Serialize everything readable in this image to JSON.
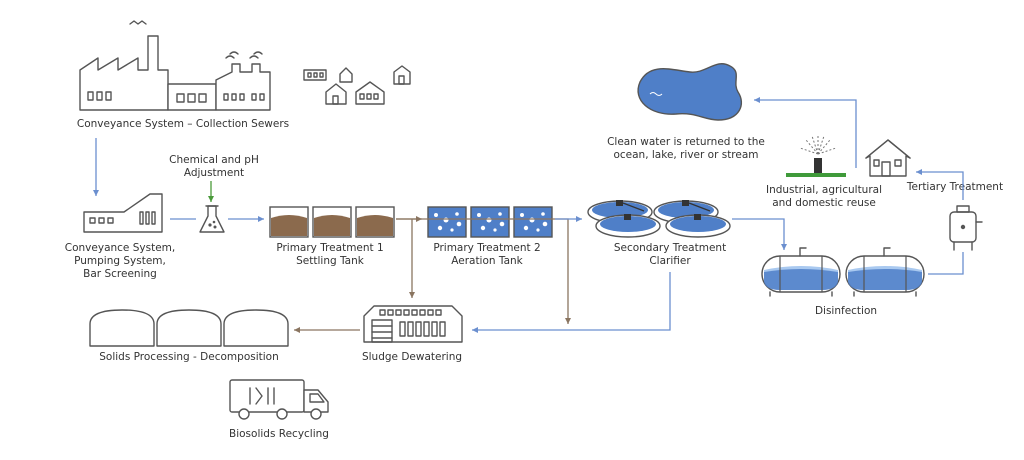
{
  "colors": {
    "water_blue": "#4f7fc8",
    "water_light": "#a9c9f0",
    "sludge_brown": "#8b6a4d",
    "flow_blue": "#6b8fcf",
    "flow_brown": "#8a7560",
    "flow_green": "#4a9a3a",
    "grass_green": "#3f9a3a",
    "outline_gray": "#555555"
  },
  "labels": {
    "conveyance_collection": "Conveyance System – Collection Sewers",
    "chemical_ph_1": "Chemical and pH",
    "chemical_ph_2": "Adjustment",
    "pumping_1": "Conveyance System,",
    "pumping_2": "Pumping System,",
    "pumping_3": "Bar Screening",
    "primary1_1": "Primary Treatment 1",
    "primary1_2": "Settling Tank",
    "primary2_1": "Primary Treatment 2",
    "primary2_2": "Aeration Tank",
    "secondary_1": "Secondary Treatment",
    "secondary_2": "Clarifier",
    "clean_water_1": "Clean water is returned to the",
    "clean_water_2": "ocean, lake, river or stream",
    "reuse_1": "Industrial, agricultural",
    "reuse_2": "and domestic reuse",
    "tertiary": "Tertiary Treatment",
    "disinfection": "Disinfection",
    "solids_processing": "Solids Processing - Decomposition",
    "sludge_dewatering": "Sludge Dewatering",
    "biosolids": "Biosolids Recycling"
  },
  "icons": [
    "factory-icon",
    "houses-icon",
    "pumping-station-icon",
    "flask-icon",
    "settling-tank-icon",
    "aeration-tank-icon",
    "clarifier-icon",
    "lake-icon",
    "sprinkler-icon",
    "house-icon",
    "tertiary-tank-icon",
    "disinfection-tank-icon",
    "digester-icon",
    "dewatering-building-icon",
    "truck-icon"
  ]
}
